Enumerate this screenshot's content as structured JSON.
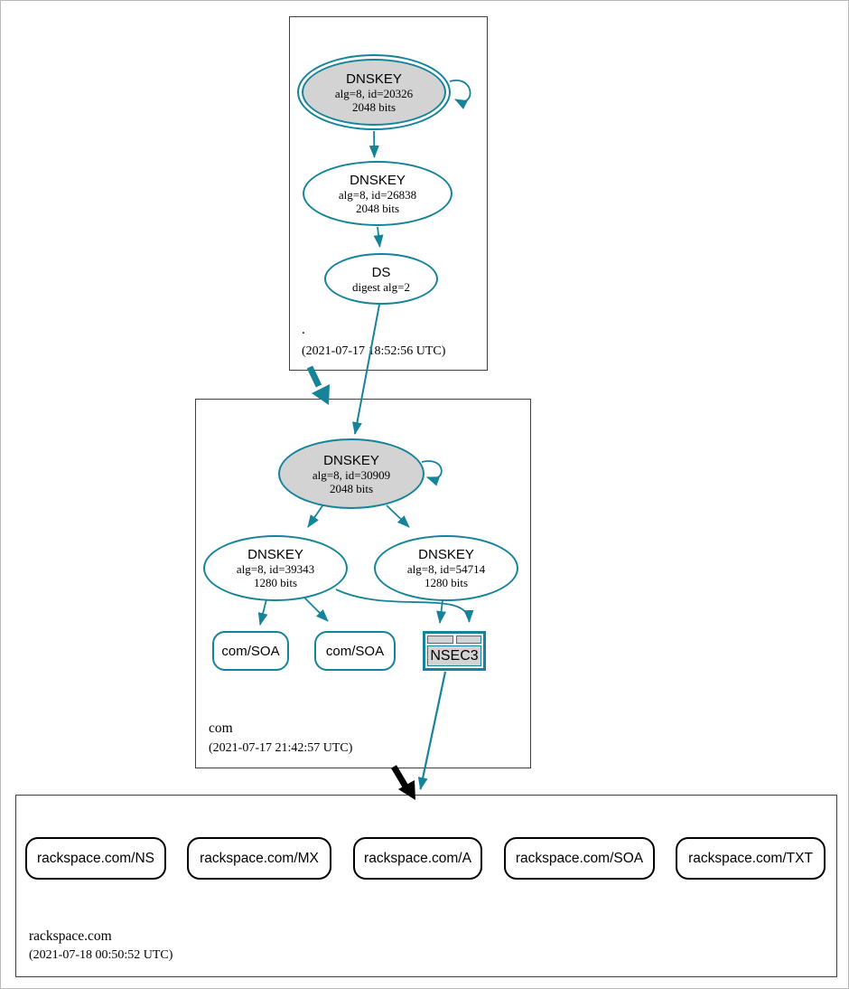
{
  "colors": {
    "secure_teal": "#15849a",
    "sep_key_fill": "#d3d3d3",
    "insecure_black": "#000000",
    "zone_border": "#3f3f3f"
  },
  "zones": {
    "root": {
      "label": ".",
      "timestamp": "(2021-07-17 18:52:56 UTC)"
    },
    "com": {
      "label": "com",
      "timestamp": "(2021-07-17 21:42:57 UTC)"
    },
    "rackspace": {
      "label": "rackspace.com",
      "timestamp": "(2021-07-18 00:50:52 UTC)"
    }
  },
  "nodes": {
    "root_ksk": {
      "title": "DNSKEY",
      "line2": "alg=8, id=20326",
      "line3": "2048 bits"
    },
    "root_zsk": {
      "title": "DNSKEY",
      "line2": "alg=8, id=26838",
      "line3": "2048 bits"
    },
    "root_ds": {
      "title": "DS",
      "line2": "digest alg=2"
    },
    "com_ksk": {
      "title": "DNSKEY",
      "line2": "alg=8, id=30909",
      "line3": "2048 bits"
    },
    "com_zsk_left": {
      "title": "DNSKEY",
      "line2": "alg=8, id=39343",
      "line3": "1280 bits"
    },
    "com_zsk_right": {
      "title": "DNSKEY",
      "line2": "alg=8, id=54714",
      "line3": "1280 bits"
    },
    "com_soa_1": {
      "label": "com/SOA"
    },
    "com_soa_2": {
      "label": "com/SOA"
    },
    "nsec3": {
      "label": "NSEC3"
    }
  },
  "rrsets": [
    {
      "label": "rackspace.com/NS"
    },
    {
      "label": "rackspace.com/MX"
    },
    {
      "label": "rackspace.com/A"
    },
    {
      "label": "rackspace.com/SOA"
    },
    {
      "label": "rackspace.com/TXT"
    }
  ]
}
